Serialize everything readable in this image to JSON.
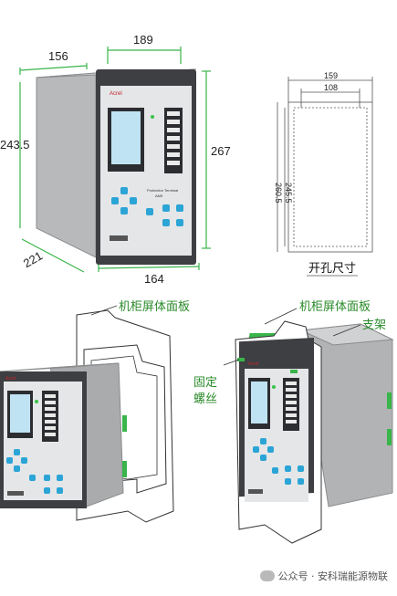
{
  "dimensions": {
    "top_left": "156",
    "top_right": "189",
    "left_height": "243.5",
    "right_height": "267",
    "depth": "221",
    "bottom_width": "164"
  },
  "cutout": {
    "width_outer": "159",
    "width_inner": "108",
    "height_outer": "260.5",
    "height_inner": "245.5",
    "label": "开孔尺寸"
  },
  "device": {
    "brand": "Acrel",
    "model_line1": "Protection Terminal",
    "model_line2": "AM5"
  },
  "install": {
    "panel_label_left": "机柜屏体面板",
    "panel_label_right": "机柜屏体面板",
    "bracket_label": "支架",
    "screw_label_line1": "固定",
    "screw_label_line2": "螺丝"
  },
  "footer": {
    "text": "公众号 · 安科瑞能源物联"
  },
  "colors": {
    "green_dim": "#39b54a",
    "device_body": "#a9abad",
    "device_front": "#3a3a3c",
    "key_blue": "#2ba4d6"
  }
}
